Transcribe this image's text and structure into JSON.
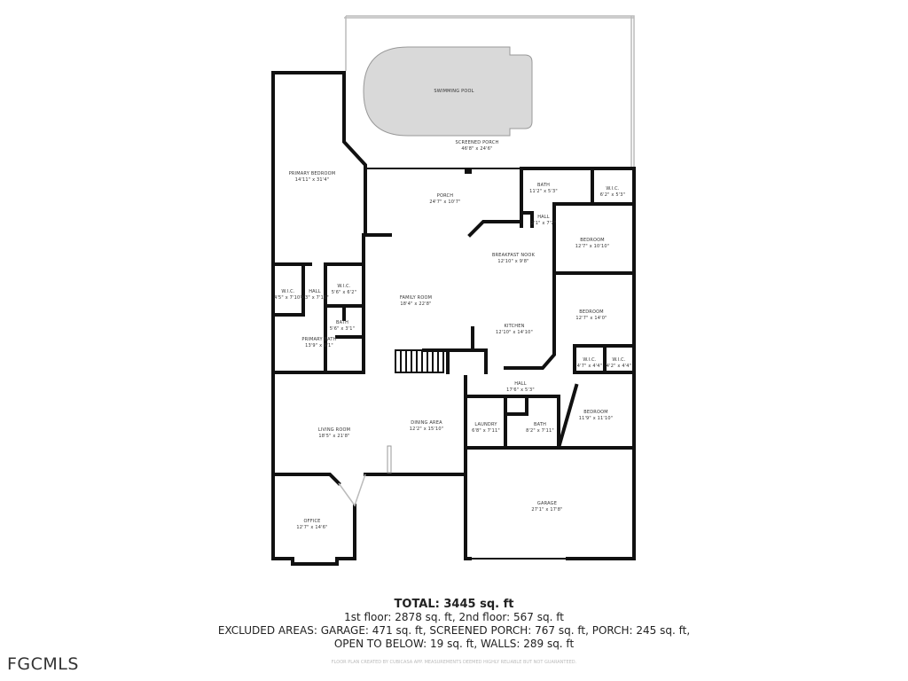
{
  "rooms": {
    "swimming_pool": {
      "name": "SWIMMING POOL"
    },
    "screened_porch": {
      "name": "SCREENED PORCH",
      "size": "46'8\" x 24'6\""
    },
    "primary_bedroom": {
      "name": "PRIMARY BEDROOM",
      "size": "14'11\" x 31'4\""
    },
    "porch": {
      "name": "PORCH",
      "size": "24'7\" x 10'7\""
    },
    "bath_upper": {
      "name": "BATH",
      "size": "11'2\" x 5'3\""
    },
    "wic_upper": {
      "name": "W.I.C.",
      "size": "6'2\" x 5'3\""
    },
    "hall_small": {
      "name": "HALL",
      "size": "2'1\" x 7'7\""
    },
    "bedroom_1": {
      "name": "BEDROOM",
      "size": "12'7\" x 10'10\""
    },
    "breakfast_nook": {
      "name": "BREAKFAST NOOK",
      "size": "12'10\" x 9'8\""
    },
    "wic_left": {
      "name": "W.I.C.",
      "size": "4'5\" x 7'10\""
    },
    "hall_primary": {
      "name": "HALL",
      "size": "4'3\" x 7'10\""
    },
    "wic_primary": {
      "name": "W.I.C.",
      "size": "5'6\" x 6'2\""
    },
    "bath_primary_small": {
      "name": "BATH",
      "size": "5'6\" x 3'1\""
    },
    "primary_bath": {
      "name": "PRIMARY BATH",
      "size": "13'9\" x 9'1\""
    },
    "family_room": {
      "name": "FAMILY ROOM",
      "size": "18'4\" x 22'8\""
    },
    "kitchen": {
      "name": "KITCHEN",
      "size": "12'10\" x 14'10\""
    },
    "bedroom_2": {
      "name": "BEDROOM",
      "size": "12'7\" x 14'0\""
    },
    "wic_b2a": {
      "name": "W.I.C.",
      "size": "4'7\" x 4'4\""
    },
    "wic_b2b": {
      "name": "W.I.C.",
      "size": "4'2\" x 4'4\""
    },
    "hall_main": {
      "name": "HALL",
      "size": "17'6\" x 5'3\""
    },
    "living_room": {
      "name": "LIVING ROOM",
      "size": "18'5\" x 21'8\""
    },
    "dining_area": {
      "name": "DINING AREA",
      "size": "12'2\" x 15'10\""
    },
    "laundry": {
      "name": "LAUNDRY",
      "size": "6'8\" x 7'11\""
    },
    "bath_lower": {
      "name": "BATH",
      "size": "8'2\" x 7'11\""
    },
    "bedroom_3": {
      "name": "BEDROOM",
      "size": "11'9\" x 11'10\""
    },
    "office": {
      "name": "OFFICE",
      "size": "12'7\" x 14'6\""
    },
    "garage": {
      "name": "GARAGE",
      "size": "27'1\" x 17'8\""
    }
  },
  "summary": {
    "total": "TOTAL: 3445 sq. ft",
    "floors": "1st floor: 2878 sq. ft, 2nd floor: 567 sq. ft",
    "excluded_1": "EXCLUDED AREAS: GARAGE: 471 sq. ft, SCREENED PORCH: 767 sq. ft, PORCH: 245 sq. ft,",
    "excluded_2": "OPEN TO BELOW: 19 sq. ft, WALLS: 289 sq. ft",
    "credit": "FLOOR PLAN CREATED BY CUBICASA APP. MEASUREMENTS DEEMED HIGHLY RELIABLE BUT NOT GUARANTEED."
  },
  "logo": {
    "text": "FGCMLS"
  },
  "colors": {
    "wall": "#111111",
    "pool": "#d9d9d9",
    "window": "#bbbbbb"
  }
}
